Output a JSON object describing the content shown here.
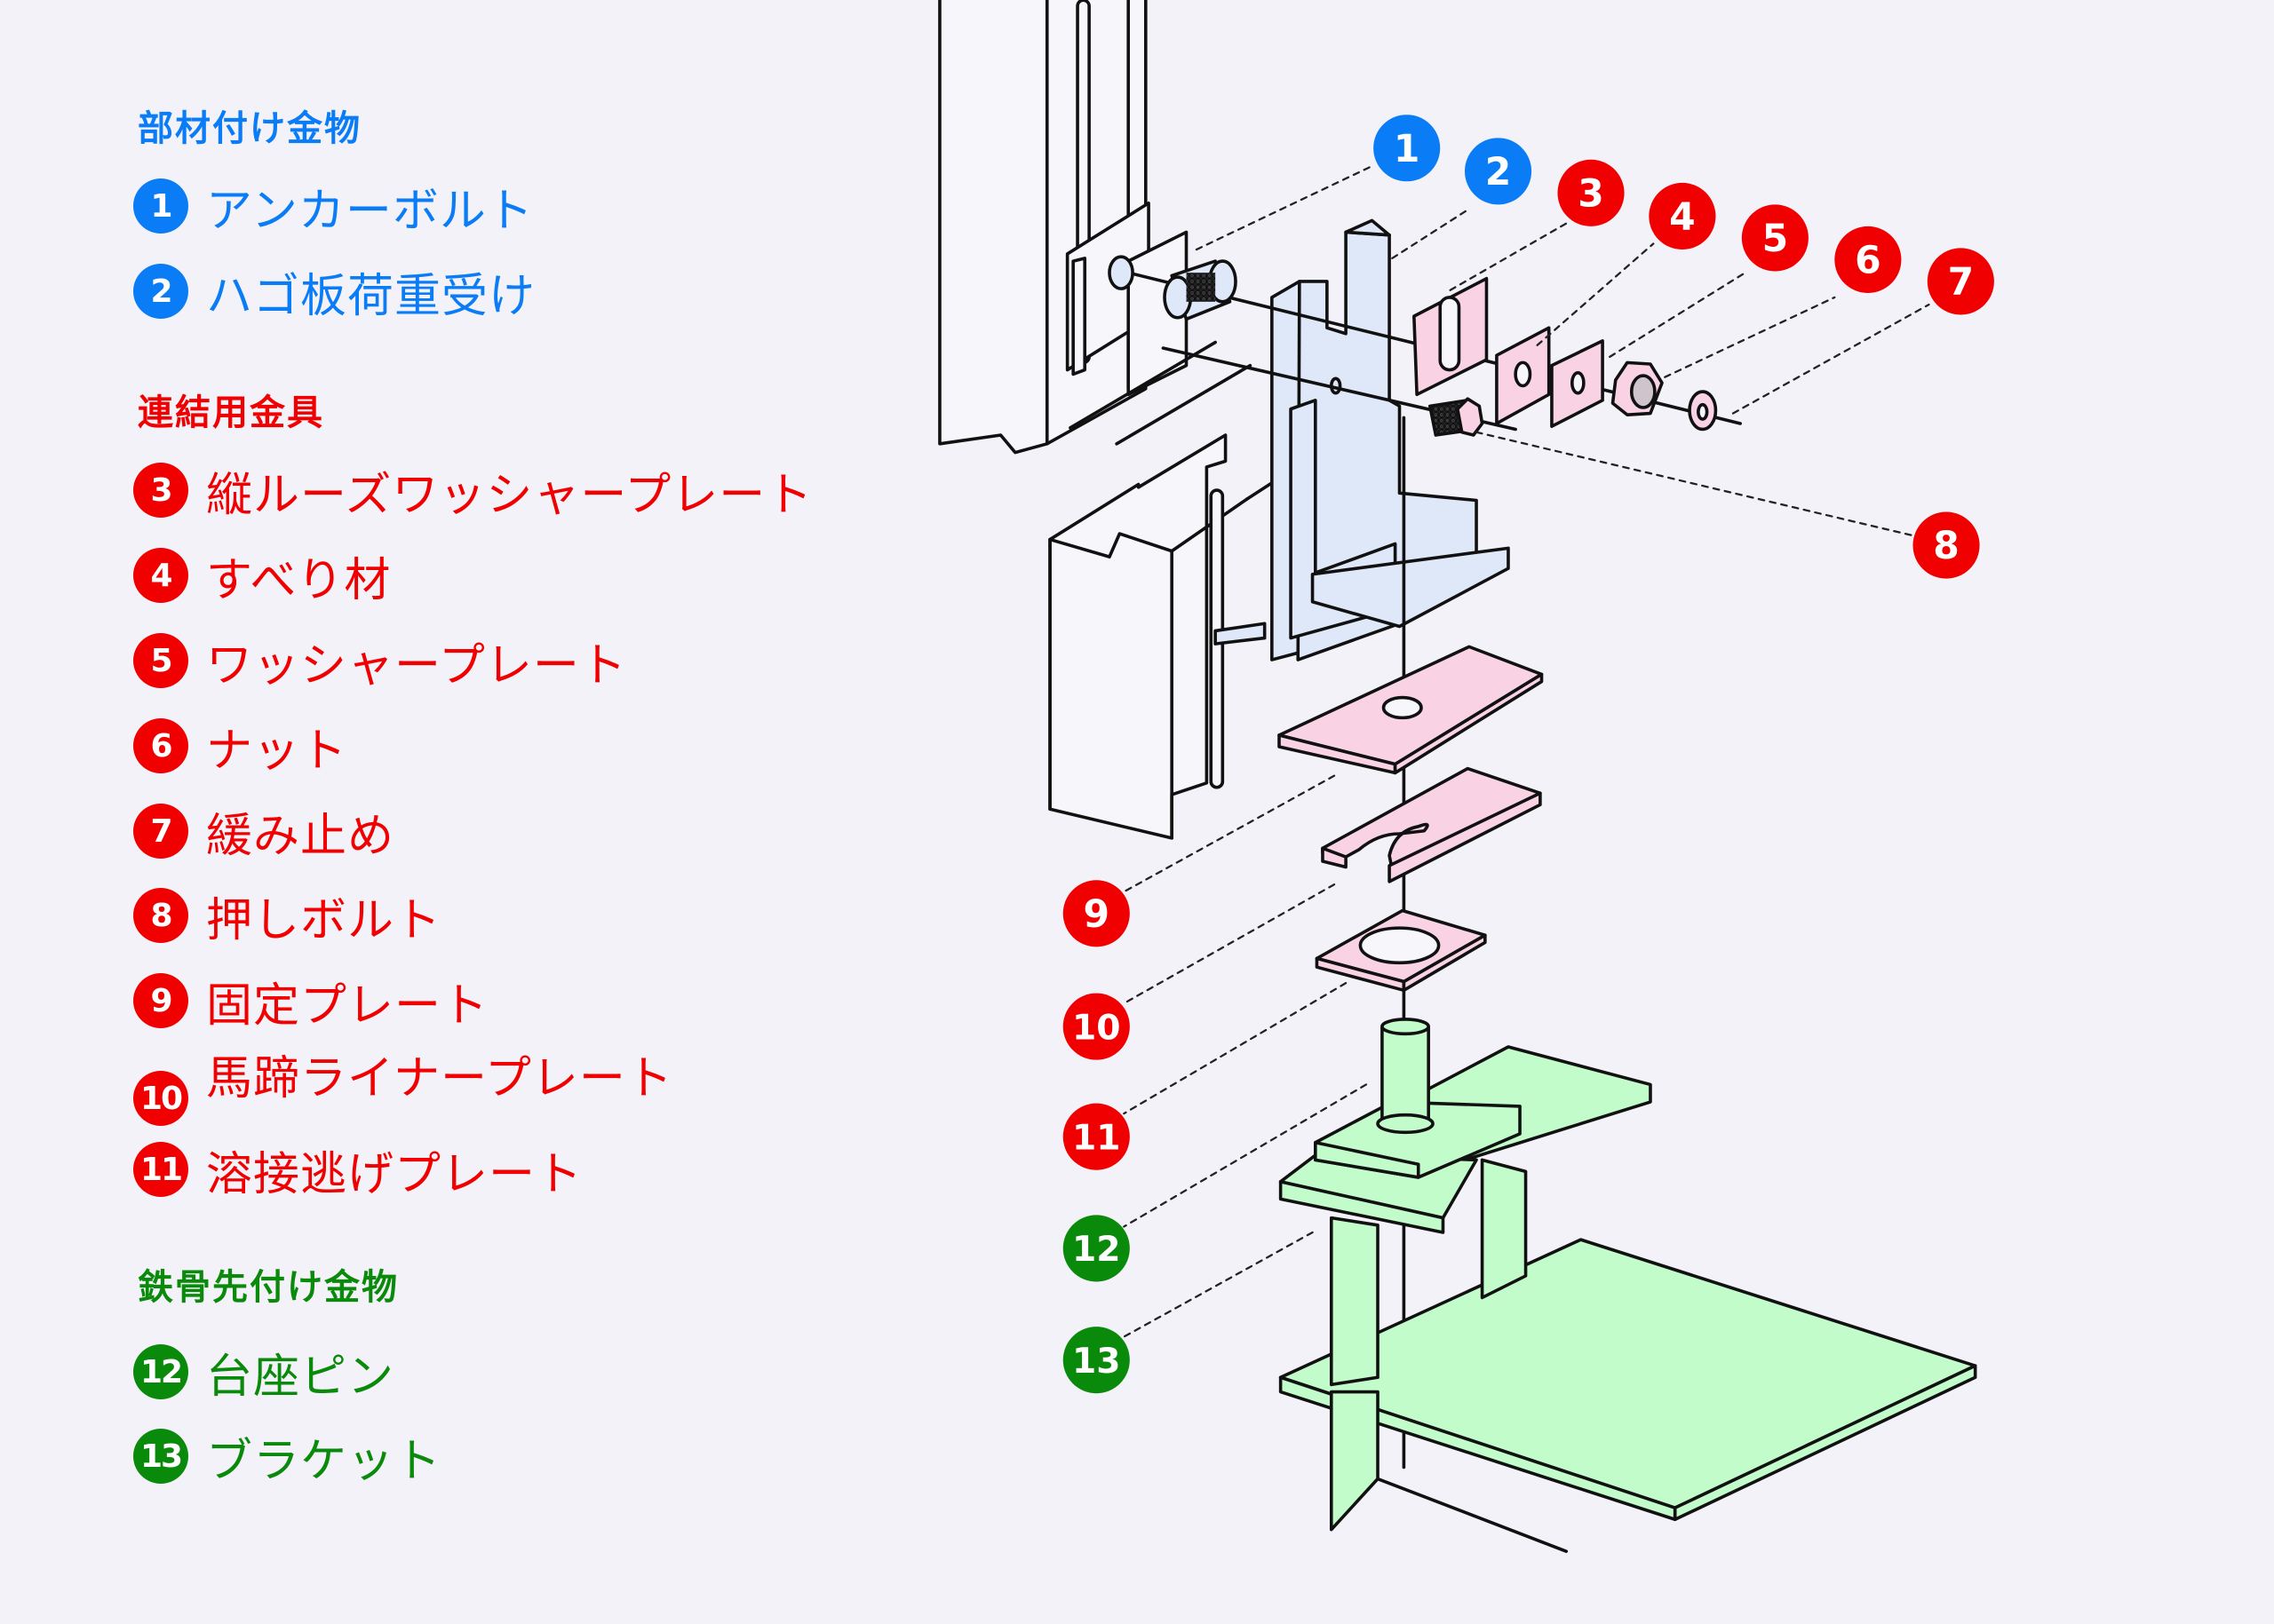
{
  "colors": {
    "background": "#f4f2f9",
    "member_fittings": "#0a7cf6",
    "connection_hardware": "#f00000",
    "steel_fittings": "#0a8a0a",
    "fill_blue_part": "#dfe8f8",
    "fill_red_part": "#f9d3e4",
    "fill_green_part": "#c2fcca"
  },
  "legend": {
    "groups": [
      {
        "title": "部材付け金物",
        "color": "blue",
        "items": [
          {
            "number": "1",
            "label": "アンカーボルト"
          },
          {
            "number": "2",
            "label": "ハゴ板荷重受け"
          }
        ]
      },
      {
        "title": "連結用金具",
        "color": "red",
        "items": [
          {
            "number": "3",
            "label": "縦ルーズワッシャープレート"
          },
          {
            "number": "4",
            "label": "すべり材"
          },
          {
            "number": "5",
            "label": "ワッシャープレート"
          },
          {
            "number": "6",
            "label": "ナット"
          },
          {
            "number": "7",
            "label": "緩み止め"
          },
          {
            "number": "8",
            "label": "押しボルト"
          },
          {
            "number": "9",
            "label": "固定プレート"
          },
          {
            "number": "10",
            "label": "馬蹄ライナープレート"
          },
          {
            "number": "11",
            "label": "溶接逃げプレート"
          }
        ]
      },
      {
        "title": "鉄骨先付け金物",
        "color": "green",
        "items": [
          {
            "number": "12",
            "label": "台座ピン"
          },
          {
            "number": "13",
            "label": "ブラケット"
          }
        ]
      }
    ]
  },
  "callouts": [
    {
      "number": "1",
      "color": "blue"
    },
    {
      "number": "2",
      "color": "blue"
    },
    {
      "number": "3",
      "color": "red"
    },
    {
      "number": "4",
      "color": "red"
    },
    {
      "number": "5",
      "color": "red"
    },
    {
      "number": "6",
      "color": "red"
    },
    {
      "number": "7",
      "color": "red"
    },
    {
      "number": "8",
      "color": "red"
    },
    {
      "number": "9",
      "color": "red"
    },
    {
      "number": "10",
      "color": "red"
    },
    {
      "number": "11",
      "color": "red"
    },
    {
      "number": "12",
      "color": "green"
    },
    {
      "number": "13",
      "color": "green"
    }
  ]
}
